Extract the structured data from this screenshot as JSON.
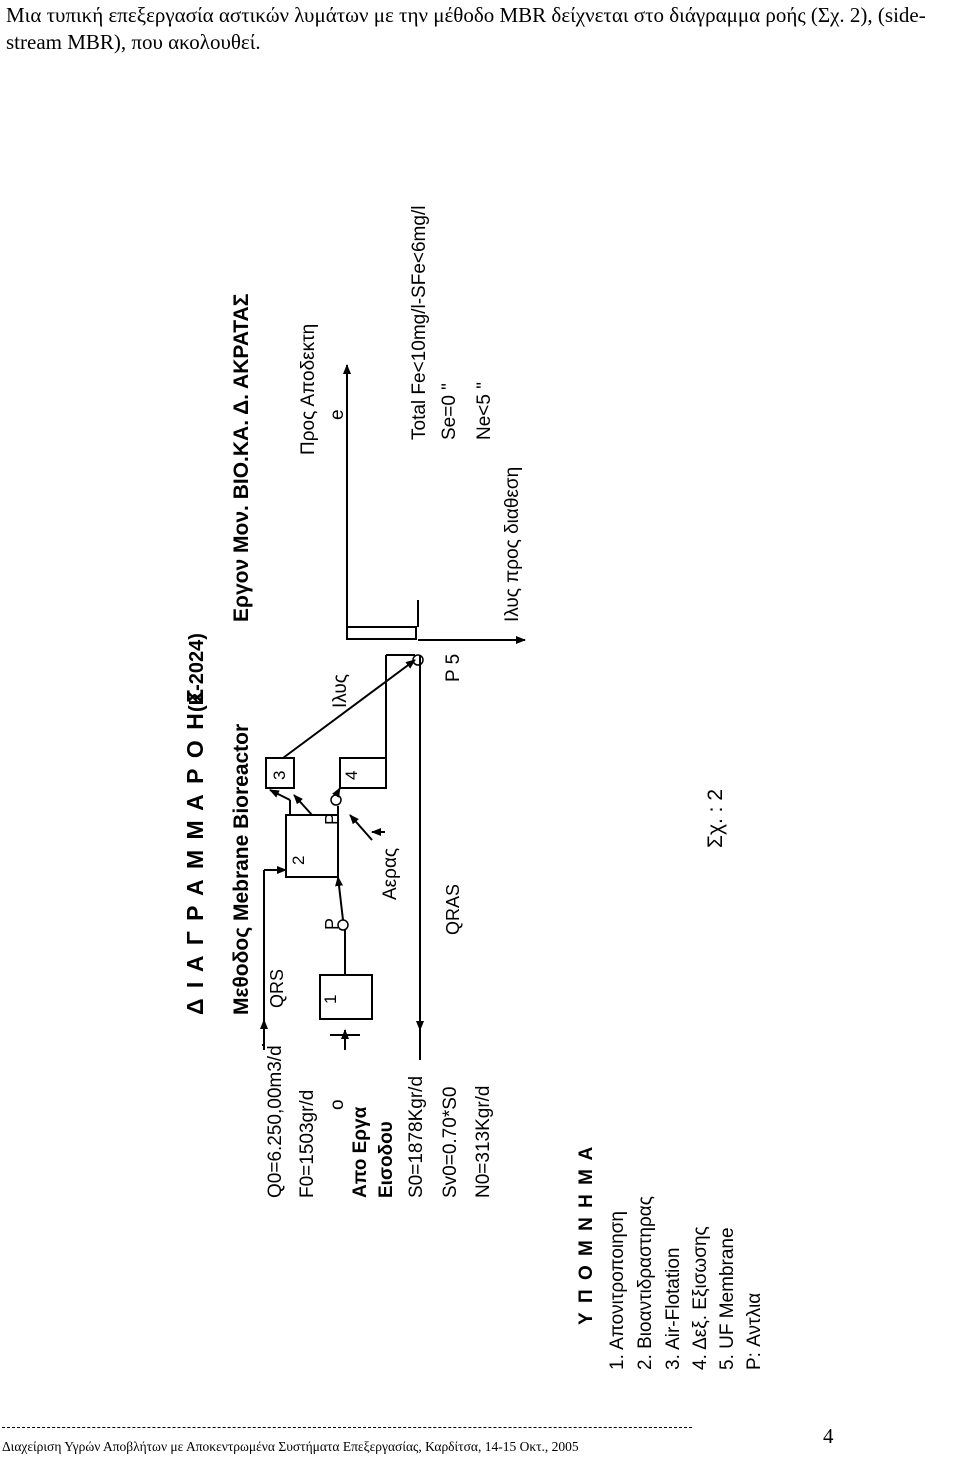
{
  "intro_text": "Μια τυπική επεξεργασία αστικών λυμάτων με την μέθοδο MBR δείχνεται στο διάγραμμα ροής (Σχ. 2), (side-stream MBR), που ακολουθεί.",
  "diagram": {
    "title": "Δ Ι Α Γ Ρ Α Μ Μ Α   Ρ Ο Η Σ",
    "code": "(Κ-2024)",
    "method_label": "Μεθοδος Mebrane Bioreactor",
    "project_label": "Εργον   Μον. ΒΙΟ.ΚΑ. Δ. ΑΚΡΑΤΑΣ",
    "inputs": {
      "q0": "Q0=6.250,00m3/d",
      "f0": "F0=1503gr/d",
      "o_label": "o",
      "source_line1": "Απο Εργα",
      "source_line2": "Εισοδου",
      "s0": "S0=1878Kgr/d",
      "sv0": "Sv0=0.70*S0",
      "n0": "N0=313Kgr/d"
    },
    "q_rs": "QRS",
    "q_ras": "QRAS",
    "pump_label": "P",
    "air_label": "Αερας",
    "sludge_label": "Ιλυς",
    "sludge_disposal_label": "Ιλυς προς διαθεση",
    "receiver_label": "Προς Αποδεκτη",
    "effluent_label": "e",
    "units": [
      "1",
      "2",
      "3",
      "4",
      "5"
    ],
    "p5_label": "P  5",
    "effluent_quality": {
      "line1": "Total Fe<10mg/l-SFe<6mg/l",
      "line2": "Se=0   \"",
      "line3": "Ne<5   \""
    },
    "figure_number": "Σχ. :  2"
  },
  "legend": {
    "title": "Υ Π Ο Μ Ν Η Μ Α",
    "items": [
      "1.  Απονιτροποιηση",
      "2.  Βιοαντιδραστηρας",
      "3.  Air-Flotation",
      "4.  Δεξ. Εξισωσης",
      "5.  UF Membrane",
      "     P: Αντλια"
    ]
  },
  "footer": {
    "conference": "Διαχείριση Υγρών Αποβλήτων με Αποκεντρωμένα Συστήματα Επεξεργασίας, Καρδίτσα, 14-15 Οκτ., 2005",
    "page_number": "4"
  }
}
